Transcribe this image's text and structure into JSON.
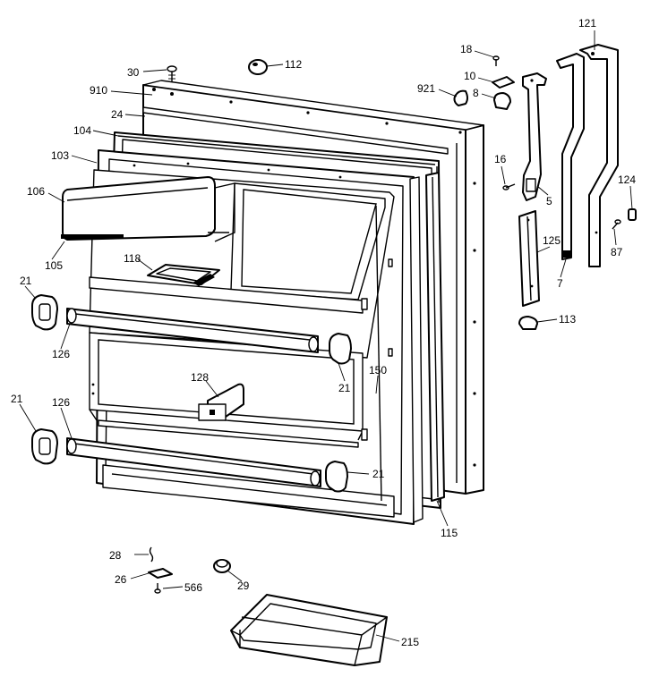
{
  "diagram": {
    "callouts": [
      {
        "id": "c30",
        "label": "30"
      },
      {
        "id": "c112",
        "label": "112"
      },
      {
        "id": "c910",
        "label": "910"
      },
      {
        "id": "c24",
        "label": "24"
      },
      {
        "id": "c104",
        "label": "104"
      },
      {
        "id": "c103",
        "label": "103"
      },
      {
        "id": "c106",
        "label": "106"
      },
      {
        "id": "c105",
        "label": "105"
      },
      {
        "id": "c118",
        "label": "118"
      },
      {
        "id": "c21a",
        "label": "21"
      },
      {
        "id": "c126a",
        "label": "126"
      },
      {
        "id": "c21b",
        "label": "21"
      },
      {
        "id": "c128",
        "label": "128"
      },
      {
        "id": "c150",
        "label": "150"
      },
      {
        "id": "c21c",
        "label": "21"
      },
      {
        "id": "c126b",
        "label": "126"
      },
      {
        "id": "c21d",
        "label": "21"
      },
      {
        "id": "c115",
        "label": "115"
      },
      {
        "id": "c18",
        "label": "18"
      },
      {
        "id": "c10",
        "label": "10"
      },
      {
        "id": "c921",
        "label": "921"
      },
      {
        "id": "c8",
        "label": "8"
      },
      {
        "id": "c16",
        "label": "16"
      },
      {
        "id": "c5",
        "label": "5"
      },
      {
        "id": "c121",
        "label": "121"
      },
      {
        "id": "c124",
        "label": "124"
      },
      {
        "id": "c87",
        "label": "87"
      },
      {
        "id": "c125",
        "label": "125"
      },
      {
        "id": "c7",
        "label": "7"
      },
      {
        "id": "c113",
        "label": "113"
      },
      {
        "id": "c28",
        "label": "28"
      },
      {
        "id": "c26",
        "label": "26"
      },
      {
        "id": "c566",
        "label": "566"
      },
      {
        "id": "c29",
        "label": "29"
      },
      {
        "id": "c215",
        "label": "215"
      }
    ]
  }
}
